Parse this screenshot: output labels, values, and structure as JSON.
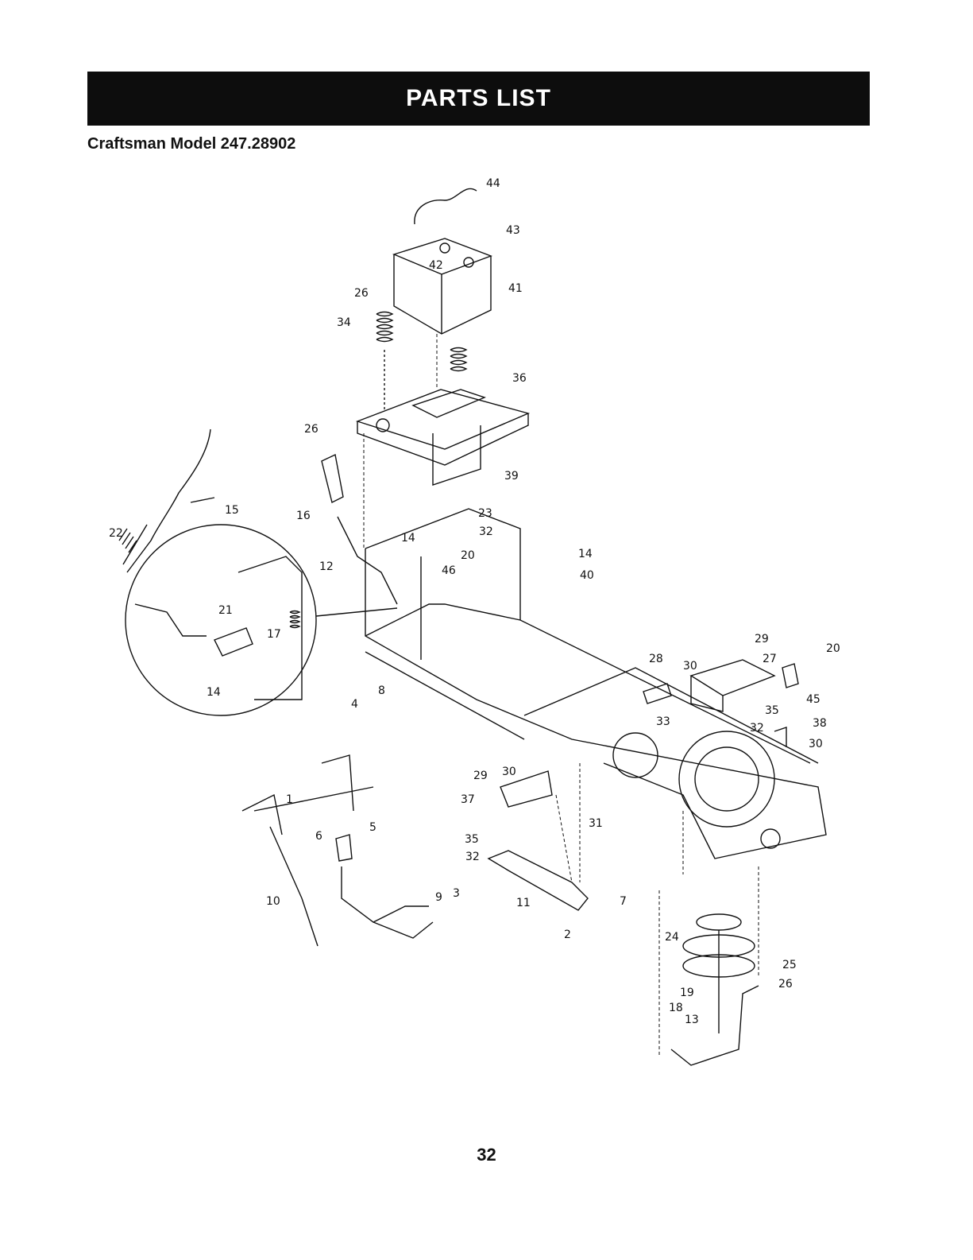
{
  "header": {
    "title": "PARTS LIST"
  },
  "model": "Craftsman Model 247.28902",
  "callouts": [
    "1",
    "2",
    "3",
    "4",
    "5",
    "6",
    "7",
    "8",
    "9",
    "10",
    "11",
    "12",
    "13",
    "14",
    "15",
    "16",
    "17",
    "18",
    "19",
    "20",
    "21",
    "22",
    "23",
    "24",
    "25",
    "26",
    "27",
    "28",
    "29",
    "30",
    "31",
    "32",
    "33",
    "34",
    "35",
    "36",
    "37",
    "38",
    "39",
    "40",
    "41",
    "42",
    "43",
    "44",
    "45",
    "46"
  ],
  "page_number": "32"
}
